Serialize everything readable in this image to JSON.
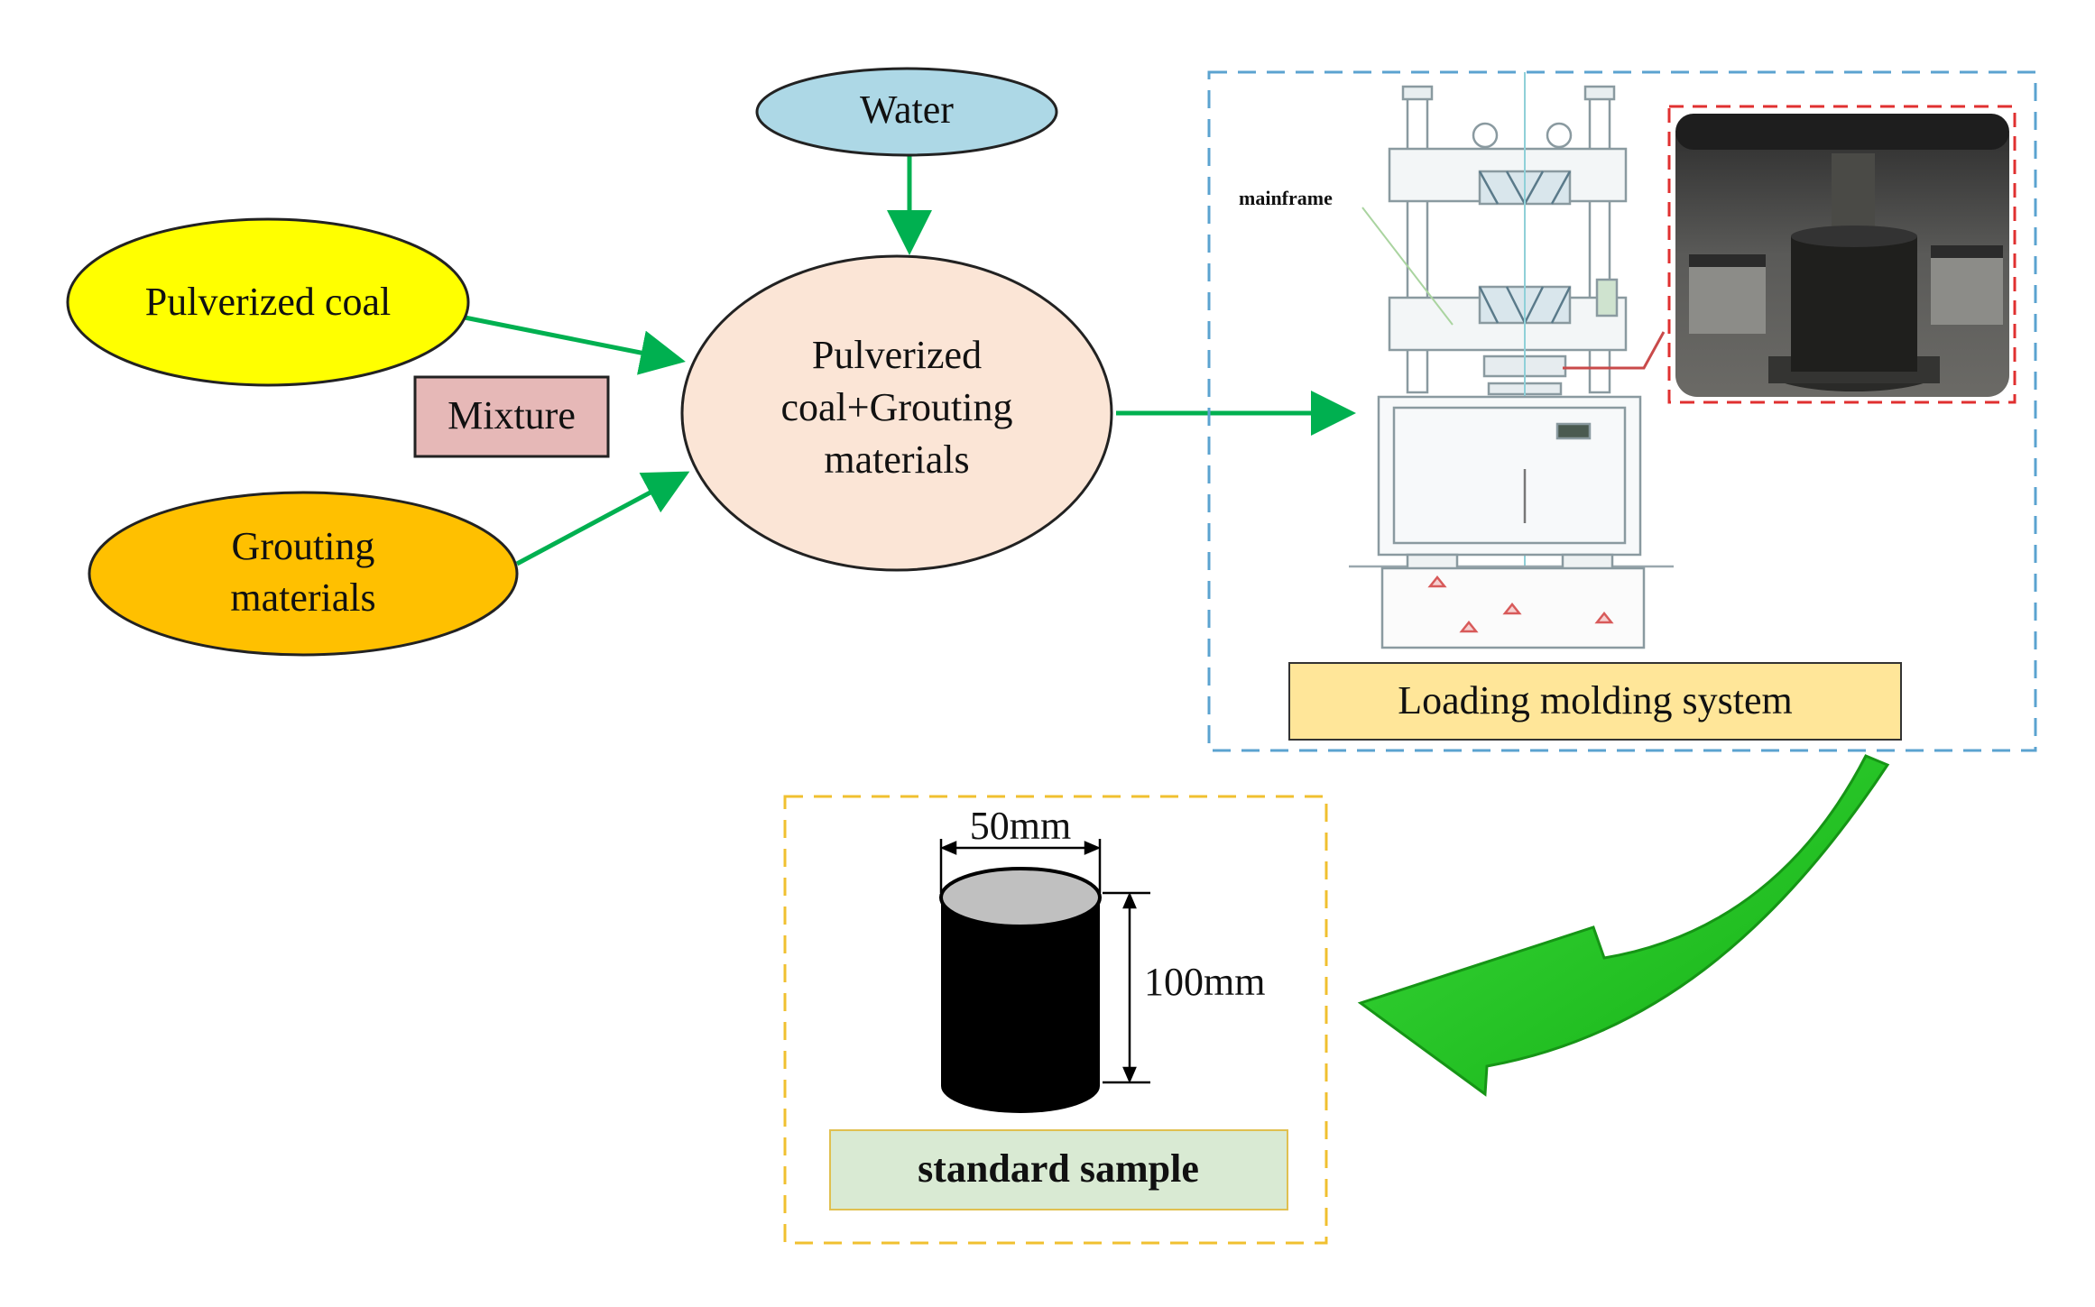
{
  "nodes": {
    "water": "Water",
    "pulverized_coal": "Pulverized coal",
    "mixture": "Mixture",
    "grouting_line1": "Grouting",
    "grouting_line2": "materials",
    "center_line1": "Pulverized",
    "center_line2": "coal+Grouting",
    "center_line3": "materials"
  },
  "machine": {
    "mainframe_label": "mainframe",
    "system_label": "Loading molding system"
  },
  "sample": {
    "diameter_label": "50mm",
    "height_label": "100mm",
    "caption": "standard sample"
  },
  "colors": {
    "water_fill": "#add8e6",
    "coal_fill": "#ffff00",
    "grouting_fill": "#ffc000",
    "center_fill": "#fbe5d6",
    "mixture_fill": "#e6b8b7",
    "arrow_green": "#00b050",
    "big_arrow_green": "#22c522",
    "system_label_fill": "#ffe699",
    "sample_caption_fill": "#d9ead3",
    "machine_border": "#5ba3d0",
    "photo_border": "#e03030",
    "sample_border": "#f0c030"
  }
}
